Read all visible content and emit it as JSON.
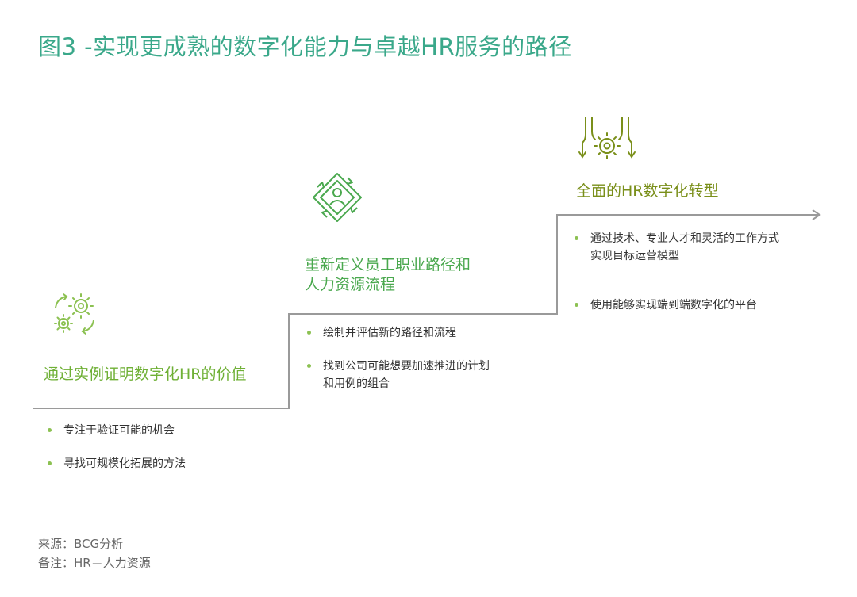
{
  "title": "图3 -实现更成熟的数字化能力与卓越HR服务的路径",
  "stages": [
    {
      "title_lines": [
        "通过实例证明数字化HR的价值"
      ],
      "bullets": [
        "专注于验证可能的机会",
        "寻找可规模化拓展的方法"
      ],
      "icon": "gears-cycle-icon",
      "color": "#6fb036"
    },
    {
      "title_lines": [
        "重新定义员工职业路径和",
        "人力资源流程"
      ],
      "bullets": [
        "绘制并评估新的路径和流程",
        [
          "找到公司可能想要加速推进的计划",
          "和用例的组合"
        ]
      ],
      "icon": "person-cycle-icon",
      "color": "#4aa84e"
    },
    {
      "title_lines": [
        "全面的HR数字化转型"
      ],
      "bullets": [
        [
          "通过技术、专业人才和灵活的工作方式",
          "实现目标运营模型"
        ],
        "使用能够实现端到端数字化的平台"
      ],
      "icon": "gear-arrows-icon",
      "color": "#7a8f1a"
    }
  ],
  "footer": {
    "source": "来源：BCG分析",
    "note": "备注：HR＝人力资源"
  },
  "colors": {
    "title": "#3aa88a",
    "bullet_dot": "#8cc152",
    "stair_line": "#9a9a9a"
  }
}
